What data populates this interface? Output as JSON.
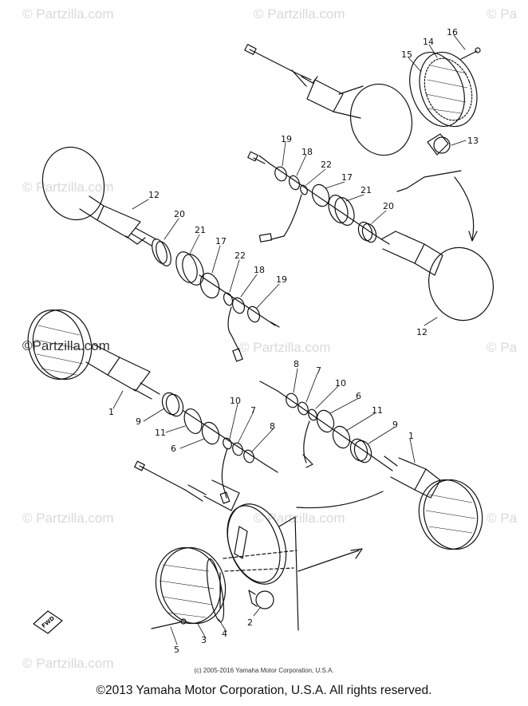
{
  "watermarks": [
    {
      "text": "© Partzilla.com"
    },
    {
      "text": "© Partzilla.com"
    },
    {
      "text": "© Pa"
    },
    {
      "text": "© Partzilla.com"
    },
    {
      "text": "© Partzilla.com"
    },
    {
      "text": "© Pa"
    },
    {
      "text": "© Partzilla.com"
    },
    {
      "text": "© Partzilla.com"
    },
    {
      "text": "© Pa"
    },
    {
      "text": "© Partzilla.com"
    }
  ],
  "strong_watermark": "©Partzilla.com",
  "callouts": [
    "16",
    "14",
    "15",
    "13",
    "19",
    "18",
    "22",
    "17",
    "21",
    "20",
    "12",
    "20",
    "21",
    "17",
    "22",
    "18",
    "19",
    "12",
    "8",
    "7",
    "10",
    "6",
    "11",
    "9",
    "1",
    "1",
    "9",
    "11",
    "6",
    "10",
    "7",
    "8",
    "2",
    "3",
    "4",
    "5"
  ],
  "forward_marker": "FWD",
  "inner_copyright": "(c) 2005-2016 Yamaha Motor Corporation, U.S.A.",
  "footer_copyright": "©2013 Yamaha Motor Corporation, U.S.A. All rights reserved.",
  "colors": {
    "line": "#111111",
    "watermark": "#d9d9d9",
    "background": "#ffffff"
  }
}
